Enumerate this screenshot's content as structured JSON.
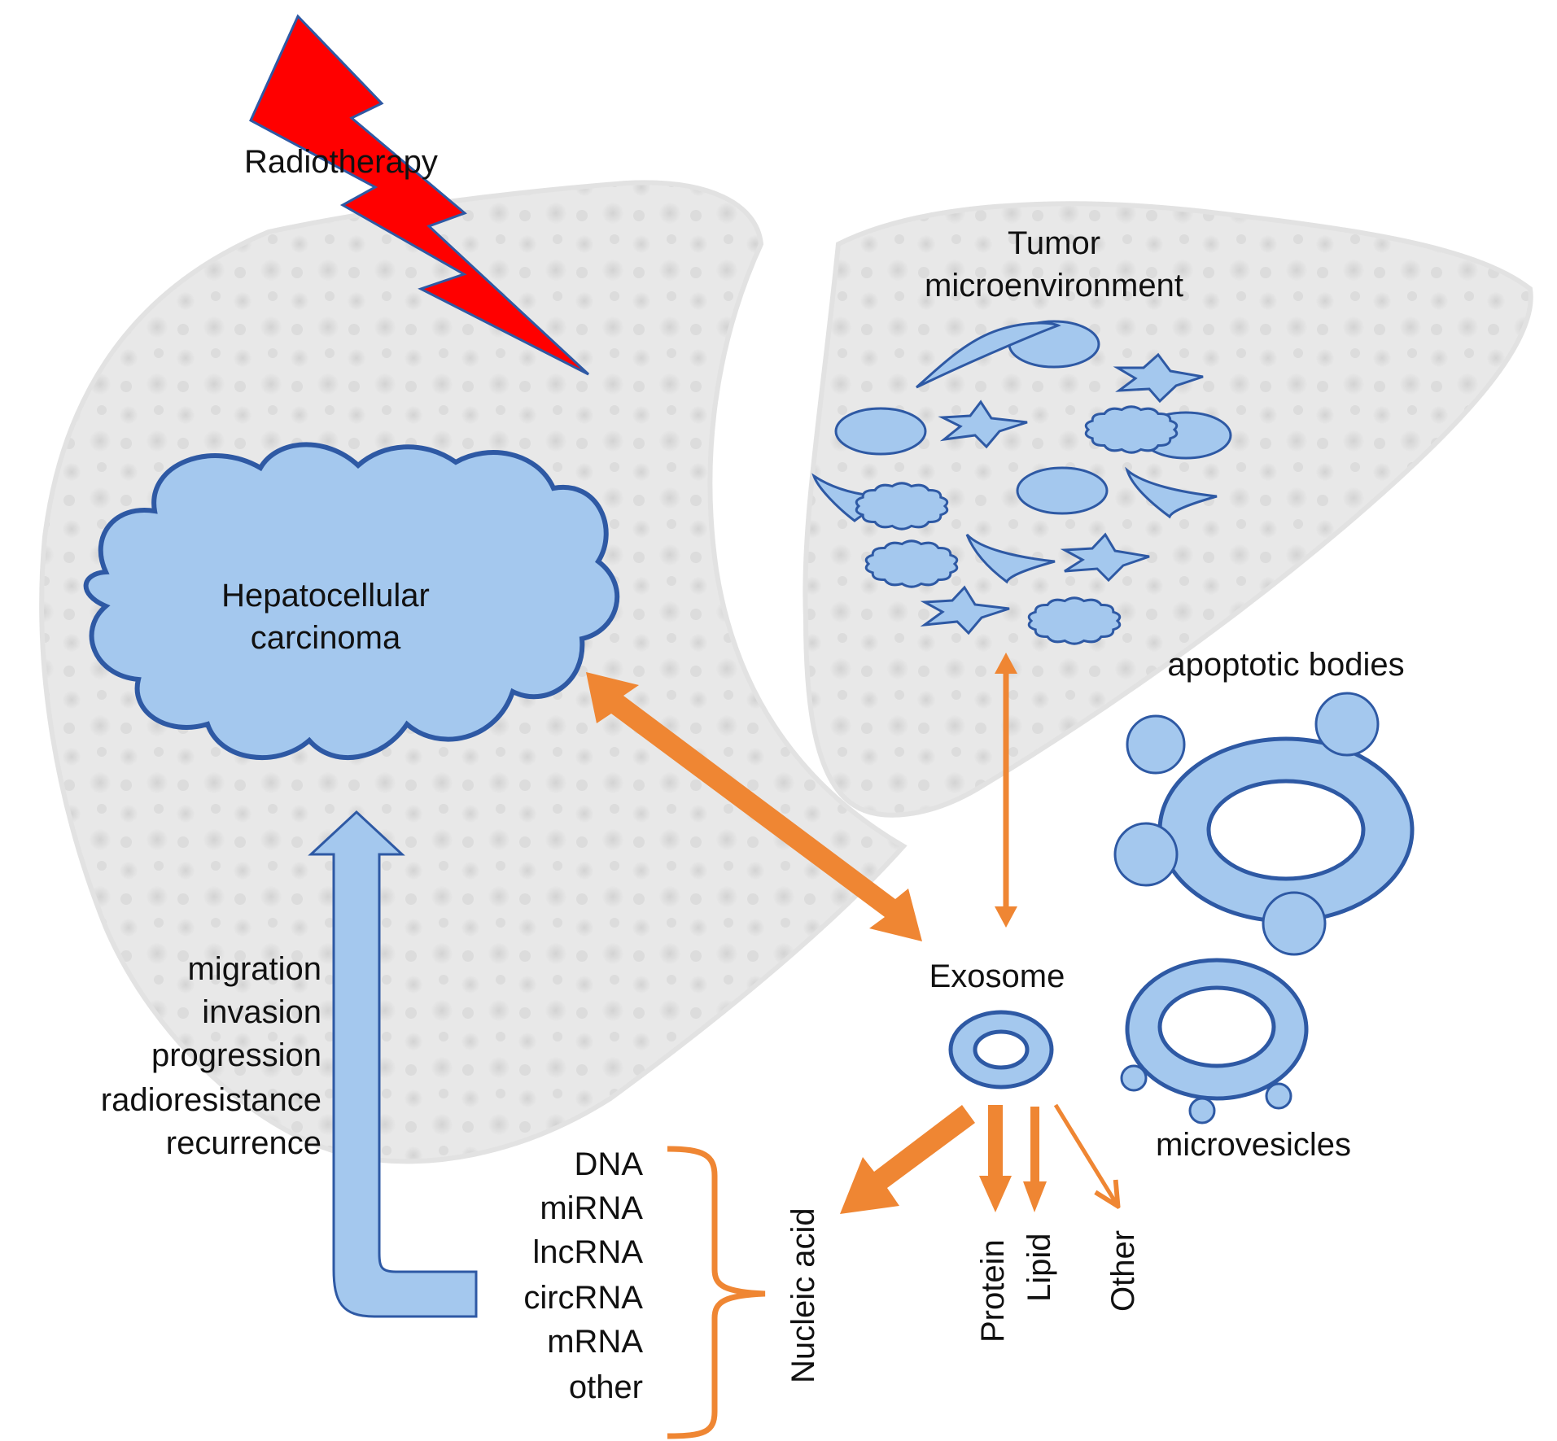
{
  "radiotherapy_label": "Radiotherapy",
  "hcc_label_line1": "Hepatocellular",
  "hcc_label_line2": "carcinoma",
  "tme_label_line1": "Tumor",
  "tme_label_line2": "microenvironment",
  "apoptotic_label": "apoptotic bodies",
  "microvesicles_label": "microvesicles",
  "exosome_label": "Exosome",
  "effects": [
    "migration",
    "invasion",
    "progression",
    "radioresistance",
    "recurrence"
  ],
  "nucleic_acids": [
    "DNA",
    "miRNA",
    "lncRNA",
    "circRNA",
    "mRNA",
    "other"
  ],
  "nucleic_acid_label": "Nucleic acid",
  "protein_label": "Protein",
  "lipid_label": "Lipid",
  "other_label": "Other",
  "colors": {
    "cell_fill": "#a4c8ee",
    "cell_stroke": "#2e59a4",
    "orange": "#ef8633",
    "bolt": "#ff0000",
    "liver": "#e6e6e6"
  }
}
